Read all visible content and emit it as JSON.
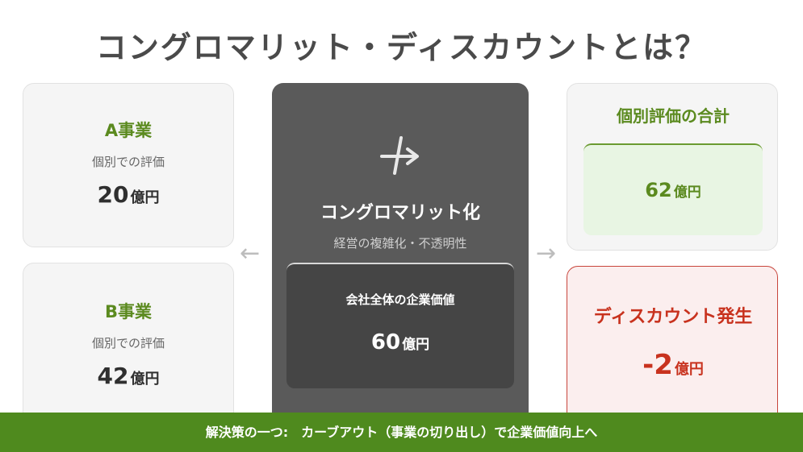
{
  "title": "コングロマリット・ディスカウントとは？",
  "business_a": {
    "name": "A事業",
    "sub": "個別での評価",
    "value": "20",
    "unit": "億円"
  },
  "business_b": {
    "name": "B事業",
    "sub": "個別での評価",
    "value": "42",
    "unit": "億円"
  },
  "center": {
    "icon": "split-arrow-icon",
    "title": "コングロマリット化",
    "subtitle": "経営の複雑化・不透明性",
    "inner_label": "会社全体の企業価値",
    "inner_value": "60",
    "inner_unit": "億円"
  },
  "sum": {
    "title": "個別評価の合計",
    "value": "62",
    "unit": "億円"
  },
  "discount": {
    "title": "ディスカウント発生",
    "value": "-2",
    "unit": "億円"
  },
  "footer": {
    "text": "解決策の一つ:　カーブアウト（事業の切り出し）で企業価値向上へ"
  },
  "arrows": {
    "left": "←",
    "right": "→"
  },
  "colors": {
    "green": "#5b8a1f",
    "red": "#c8321e",
    "dark": "#5a5a5a",
    "footer": "#4f8a1e"
  }
}
